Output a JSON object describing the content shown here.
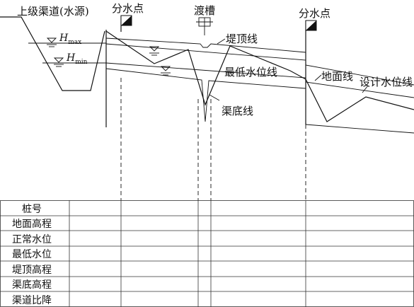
{
  "labels": {
    "upper_canal": "上级渠道(水源)",
    "h_max": "H",
    "h_max_sub": "max",
    "h_min": "H",
    "h_min_sub": "min",
    "diversion_1": "分水点",
    "aqueduct": "渡槽",
    "diversion_2": "分水点",
    "bank_top_line": "堤顶线",
    "min_water_line": "最低水位线",
    "ground_line": "地面线",
    "design_water_line": "设计水位线",
    "canal_bottom_line": "渠底线"
  },
  "table": {
    "rows": [
      "桩号",
      "地面高程",
      "正常水位",
      "最低水位",
      "堤顶高程",
      "渠底高程",
      "渠道比降"
    ]
  }
}
